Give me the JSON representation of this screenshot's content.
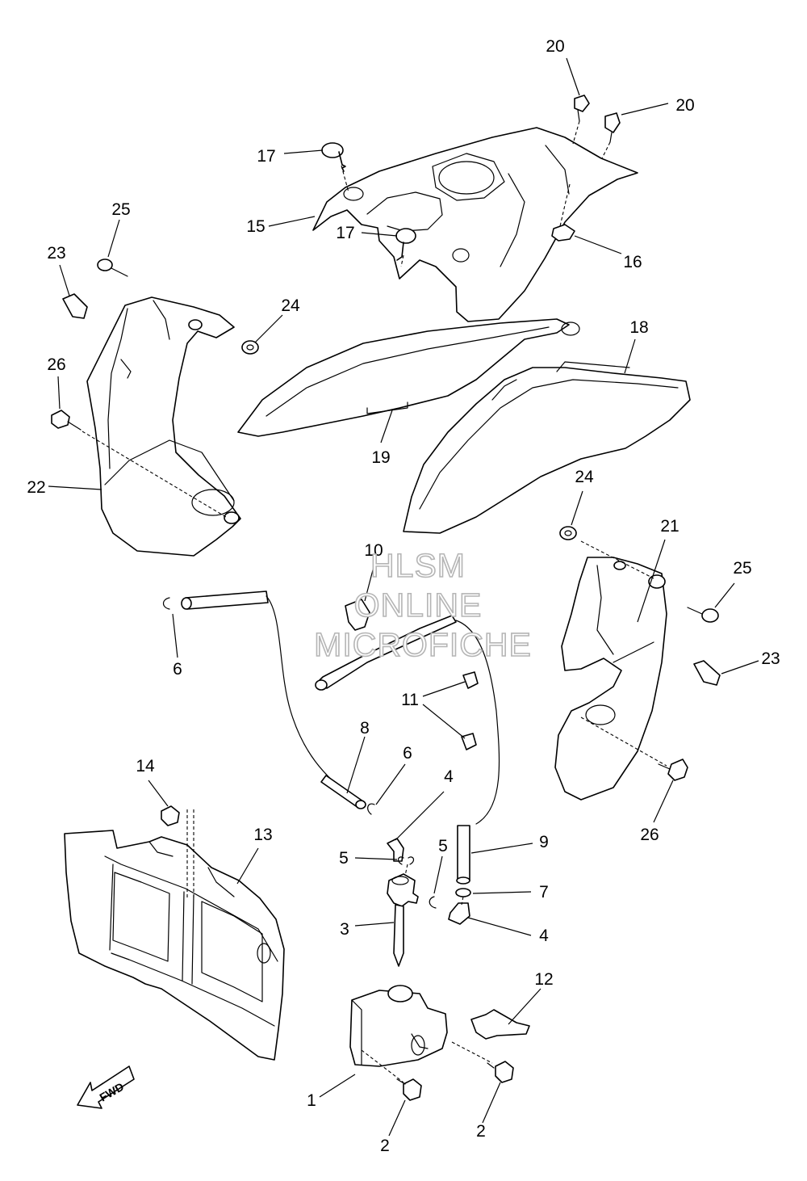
{
  "watermark": {
    "line1": "HLSM",
    "line2": "ONLINE",
    "line3": "MICROFICHE"
  },
  "direction_label": "FWD",
  "callouts": {
    "c20a": "20",
    "c20b": "20",
    "c17a": "17",
    "c17b": "17",
    "c15": "15",
    "c16": "16",
    "c25a": "25",
    "c23a": "23",
    "c24a": "24",
    "c26a": "26",
    "c22": "22",
    "c18": "18",
    "c19": "19",
    "c24b": "24",
    "c21": "21",
    "c25b": "25",
    "c23b": "23",
    "c26b": "26",
    "c10": "10",
    "c6a": "6",
    "c11": "11",
    "c8": "8",
    "c6b": "6",
    "c4a": "4",
    "c9": "9",
    "c5a": "5",
    "c5b": "5",
    "c7": "7",
    "c4b": "4",
    "c3": "3",
    "c14": "14",
    "c13": "13",
    "c12": "12",
    "c1": "1",
    "c2a": "2",
    "c2b": "2"
  }
}
